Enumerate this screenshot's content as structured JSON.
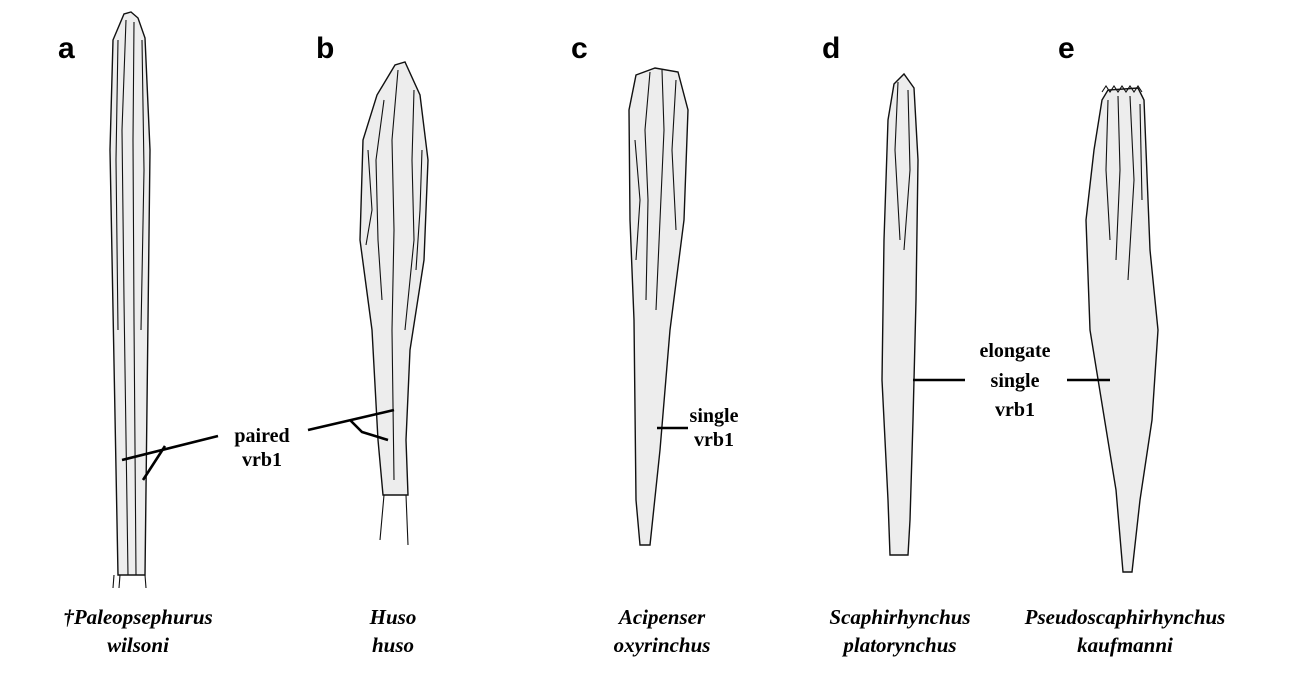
{
  "panels": [
    {
      "letter": "a",
      "species": [
        "†Paleopsephurus",
        "wilsoni"
      ]
    },
    {
      "letter": "b",
      "species": [
        "Huso",
        "huso"
      ]
    },
    {
      "letter": "c",
      "species": [
        "Acipenser",
        "oxyrinchus"
      ]
    },
    {
      "letter": "d",
      "species": [
        "Scaphirhynchus",
        "platorynchus"
      ]
    },
    {
      "letter": "e",
      "species": [
        "Pseudoscaphirhynchus",
        "kaufmanni"
      ]
    }
  ],
  "annotations": {
    "paired": [
      "paired",
      "vrb1"
    ],
    "single": [
      "single",
      "vrb1"
    ],
    "elongate": [
      "elongate",
      "single",
      "vrb1"
    ]
  },
  "colors": {
    "ink": "#000000",
    "bone_fill": "#ededed",
    "background": "#ffffff"
  }
}
